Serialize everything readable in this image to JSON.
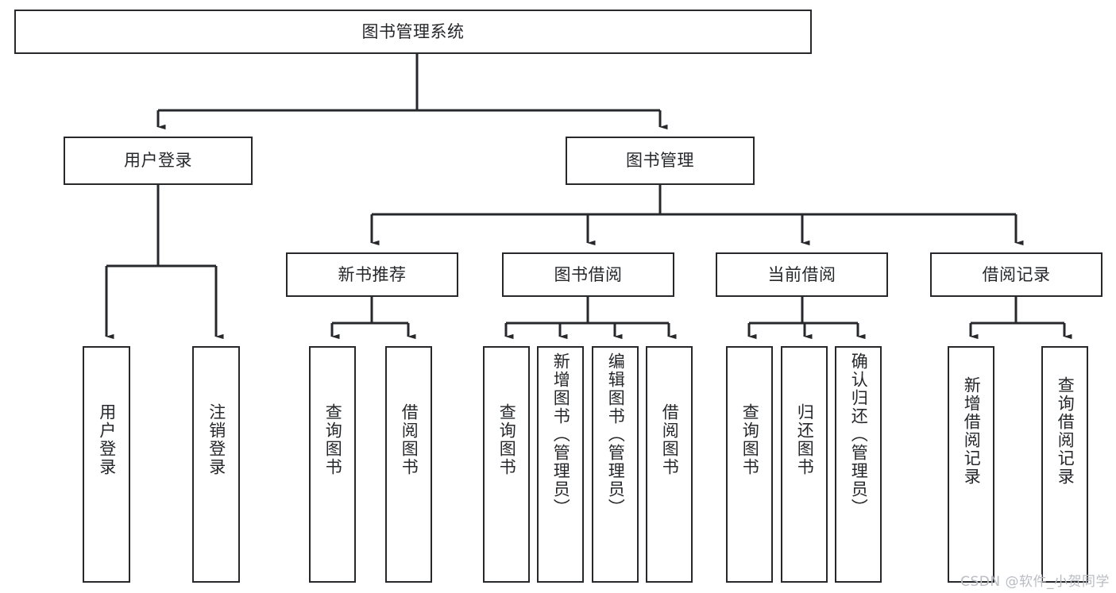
{
  "diagram": {
    "title": "图书管理系统",
    "type": "tree",
    "stroke_color": "#27282b",
    "text_color": "#26272a",
    "background": "#ffffff"
  },
  "nodes": {
    "root": {
      "label": "图书管理系统",
      "orientation": "horizontal"
    },
    "level1": [
      {
        "id": "user-login",
        "label": "用户登录",
        "orientation": "horizontal"
      },
      {
        "id": "book-manage",
        "label": "图书管理",
        "orientation": "horizontal"
      }
    ],
    "level2": [
      {
        "id": "new-book-recommend",
        "label": "新书推荐",
        "orientation": "horizontal"
      },
      {
        "id": "book-borrow",
        "label": "图书借阅",
        "orientation": "horizontal"
      },
      {
        "id": "current-borrow",
        "label": "当前借阅",
        "orientation": "horizontal"
      },
      {
        "id": "borrow-record",
        "label": "借阅记录",
        "orientation": "horizontal"
      }
    ],
    "leaves": [
      {
        "id": "leaf-user-login",
        "label": "用户登录",
        "parent": "user-login",
        "orientation": "vertical"
      },
      {
        "id": "leaf-logout-login",
        "label": "注销登录",
        "parent": "user-login",
        "orientation": "vertical"
      },
      {
        "id": "leaf-query-book-1",
        "label": "查询图书",
        "parent": "new-book-recommend",
        "orientation": "vertical"
      },
      {
        "id": "leaf-borrow-book-1",
        "label": "借阅图书",
        "parent": "new-book-recommend",
        "orientation": "vertical"
      },
      {
        "id": "leaf-query-book-2",
        "label": "查询图书",
        "parent": "book-borrow",
        "orientation": "vertical"
      },
      {
        "id": "leaf-add-book-admin",
        "label": "新增图书（管理员）",
        "parent": "book-borrow",
        "orientation": "vertical"
      },
      {
        "id": "leaf-edit-book-admin",
        "label": "编辑图书（管理员）",
        "parent": "book-borrow",
        "orientation": "vertical"
      },
      {
        "id": "leaf-borrow-book-2",
        "label": "借阅图书",
        "parent": "book-borrow",
        "orientation": "vertical"
      },
      {
        "id": "leaf-query-book-3",
        "label": "查询图书",
        "parent": "current-borrow",
        "orientation": "vertical"
      },
      {
        "id": "leaf-return-book",
        "label": "归还图书",
        "parent": "current-borrow",
        "orientation": "vertical"
      },
      {
        "id": "leaf-confirm-return-admin",
        "label": "确认归还（管理员）",
        "parent": "current-borrow",
        "orientation": "vertical"
      },
      {
        "id": "leaf-add-borrow-record",
        "label": "新增借阅记录",
        "parent": "borrow-record",
        "orientation": "vertical"
      },
      {
        "id": "leaf-query-borrow-record",
        "label": "查询借阅记录",
        "parent": "borrow-record",
        "orientation": "vertical"
      }
    ]
  },
  "watermark": {
    "text": "CSDN @软件_小贺同学"
  }
}
